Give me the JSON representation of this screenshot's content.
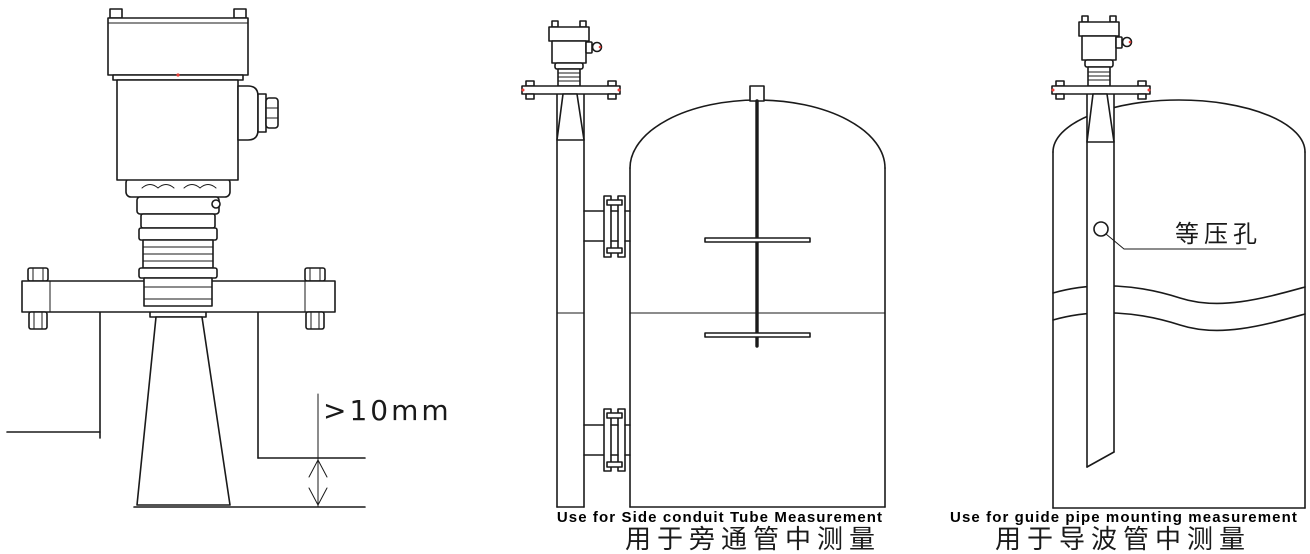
{
  "direct_mount": {
    "clearance_label": ">10mm"
  },
  "side_conduit": {
    "caption_en": "Use for Side conduit Tube Measurement",
    "caption_zh": "用于旁通管中测量"
  },
  "guide_pipe": {
    "hole_label": "等压孔",
    "caption_en": "Use for guide pipe mounting measurement",
    "caption_zh": "用于导波管中测量"
  },
  "colors": {
    "line": "#1a1a1a",
    "accent": "#e8403a",
    "background": "#ffffff"
  }
}
